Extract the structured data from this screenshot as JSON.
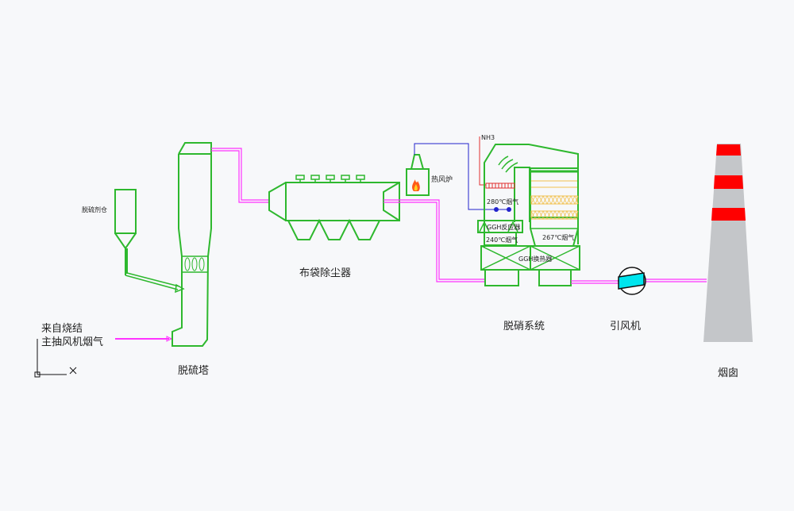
{
  "diagram": {
    "title": "烧结烟气脱硫脱硝工艺流程",
    "labels": {
      "inlet_line1": "来自烧结",
      "inlet_line2": "主抽风机烟气",
      "desulf_agent_silo": "脱硫剂仓",
      "desulf_tower": "脱硫塔",
      "bag_filter": "布袋除尘器",
      "hot_air_furnace": "热风炉",
      "nh3": "NH3",
      "temp_280": "280℃烟气",
      "reactor": "GGH反应器",
      "temp_240": "240℃烟气",
      "temp_267": "267℃烟气",
      "heat_exchanger": "GGH换热器",
      "denitration_system": "脱硝系统",
      "induced_fan": "引风机",
      "chimney": "烟囱"
    },
    "colors": {
      "equipment": "#2eb82e",
      "flue_gas_pipe": "#ff33ff",
      "hot_air_line": "#2222cc",
      "nh3_line": "#e03030",
      "fan_fill": "#00e5ee",
      "chimney_body": "#c4c6c9",
      "chimney_stripe": "#ff0000",
      "catalyst": "#f2c14e"
    }
  }
}
